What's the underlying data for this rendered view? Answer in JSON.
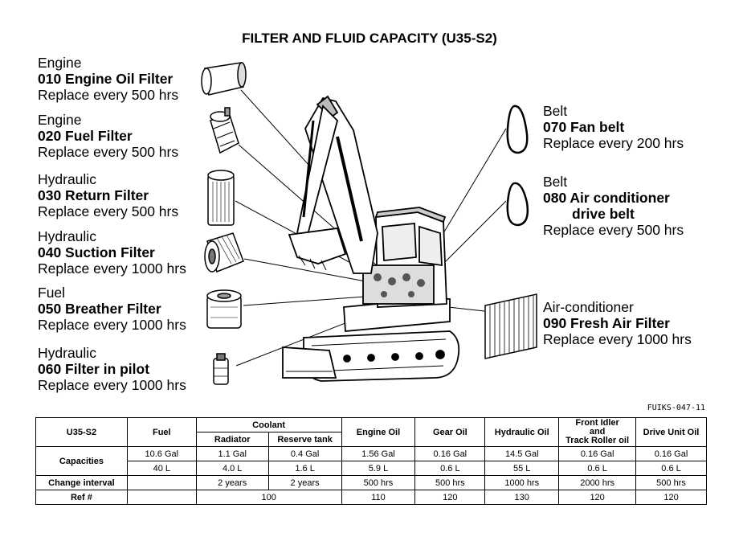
{
  "title": "FILTER AND FLUID CAPACITY (U35-S2)",
  "left_callouts": [
    {
      "category": "Engine",
      "name": "010 Engine Oil Filter",
      "interval": "Replace every 500 hrs"
    },
    {
      "category": "Engine",
      "name": "020 Fuel Filter",
      "interval": "Replace every 500 hrs"
    },
    {
      "category": "Hydraulic",
      "name": "030 Return Filter",
      "interval": "Replace every 500 hrs"
    },
    {
      "category": "Hydraulic",
      "name": "040 Suction Filter",
      "interval": "Replace every 1000 hrs"
    },
    {
      "category": "Fuel",
      "name": "050 Breather Filter",
      "interval": "Replace every 1000 hrs"
    },
    {
      "category": "Hydraulic",
      "name": "060 Filter in pilot",
      "interval": "Replace every 1000 hrs"
    }
  ],
  "right_callouts": [
    {
      "category": "Belt",
      "name": "070 Fan belt",
      "name_line2": "",
      "interval": "Replace every 200 hrs"
    },
    {
      "category": "Belt",
      "name": "080 Air conditioner",
      "name_line2": "drive belt",
      "interval": "Replace every 500 hrs"
    },
    {
      "category": "Air-conditioner",
      "name": "090 Fresh Air Filter",
      "name_line2": "",
      "interval": "Replace every 1000 hrs"
    }
  ],
  "figure_code": "FUIKS-047-11",
  "table": {
    "model": "U35-S2",
    "fuel": "Fuel",
    "coolant": "Coolant",
    "radiator": "Radiator",
    "reserve_tank": "Reserve tank",
    "engine_oil": "Engine Oil",
    "gear_oil": "Gear Oil",
    "hydraulic_oil": "Hydraulic Oil",
    "front_idler_1": "Front Idler",
    "front_idler_2": "and",
    "front_idler_3": "Track Roller oil",
    "drive_unit_oil": "Drive Unit Oil",
    "capacities_label": "Capacities",
    "capacities_gal": [
      "10.6 Gal",
      "1.1 Gal",
      "0.4 Gal",
      "1.56 Gal",
      "0.16 Gal",
      "14.5 Gal",
      "0.16 Gal",
      "0.16 Gal"
    ],
    "capacities_l": [
      "40 L",
      "4.0 L",
      "1.6 L",
      "5.9 L",
      "0.6 L",
      "55 L",
      "0.6 L",
      "0.6 L"
    ],
    "change_interval_label": "Change interval",
    "change_interval": [
      "2 years",
      "2 years",
      "500 hrs",
      "500 hrs",
      "1000 hrs",
      "2000 hrs",
      "500 hrs"
    ],
    "ref_label": "Ref #",
    "ref": [
      "100",
      "110",
      "120",
      "130",
      "120",
      "120"
    ]
  }
}
